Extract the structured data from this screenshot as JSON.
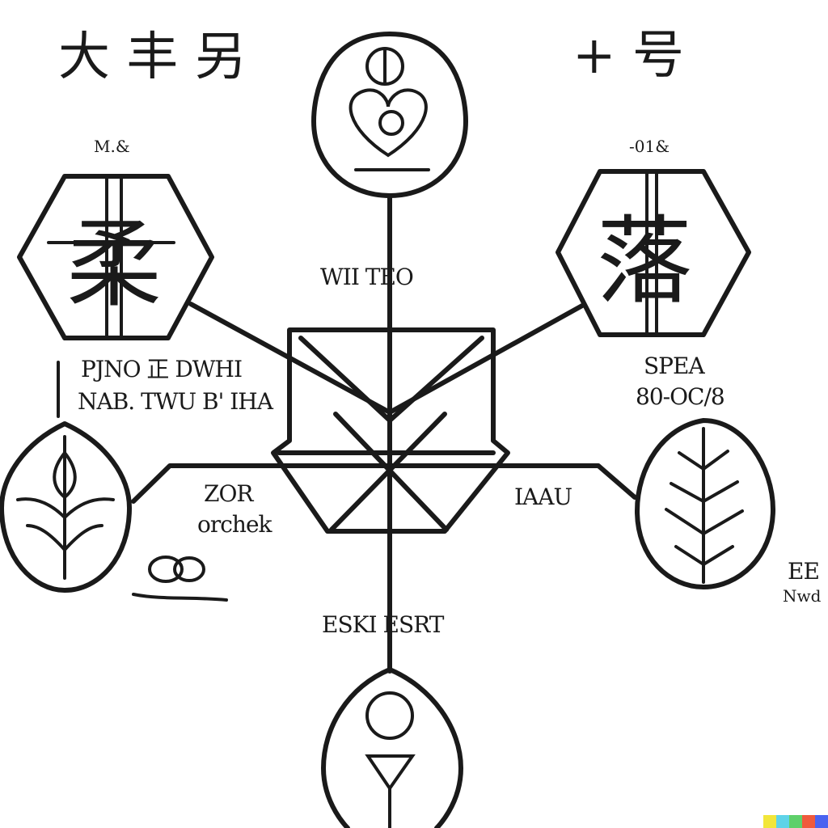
{
  "headings": {
    "left": "大 丰 另",
    "right": "+ 号"
  },
  "labels": {
    "top_left_small": "M.&",
    "top_right_small": "-01&",
    "center_top": "WII TEO",
    "left_block_line1": "PJNO 正 DWHI",
    "left_block_line2": "NAB. TWU B' IHA",
    "right_block_line1": "SPEA",
    "right_block_line2": "80-OC/8",
    "mid_left_line1": "ZOR",
    "mid_left_line2": "orchek",
    "mid_right": "IAAU",
    "bottom_center": "ESKI ESRT",
    "far_right_line1": "EE",
    "far_right_line2": "Nwd"
  },
  "glyphs": {
    "left_hexagon": "柔",
    "right_hexagon": "落"
  },
  "colors": {
    "ink": "#1a1a1a",
    "paper": "#ffffff",
    "watermark": [
      "#f2e63a",
      "#5fd3e8",
      "#5fd06a",
      "#ef5a3c",
      "#4a63f0"
    ]
  }
}
